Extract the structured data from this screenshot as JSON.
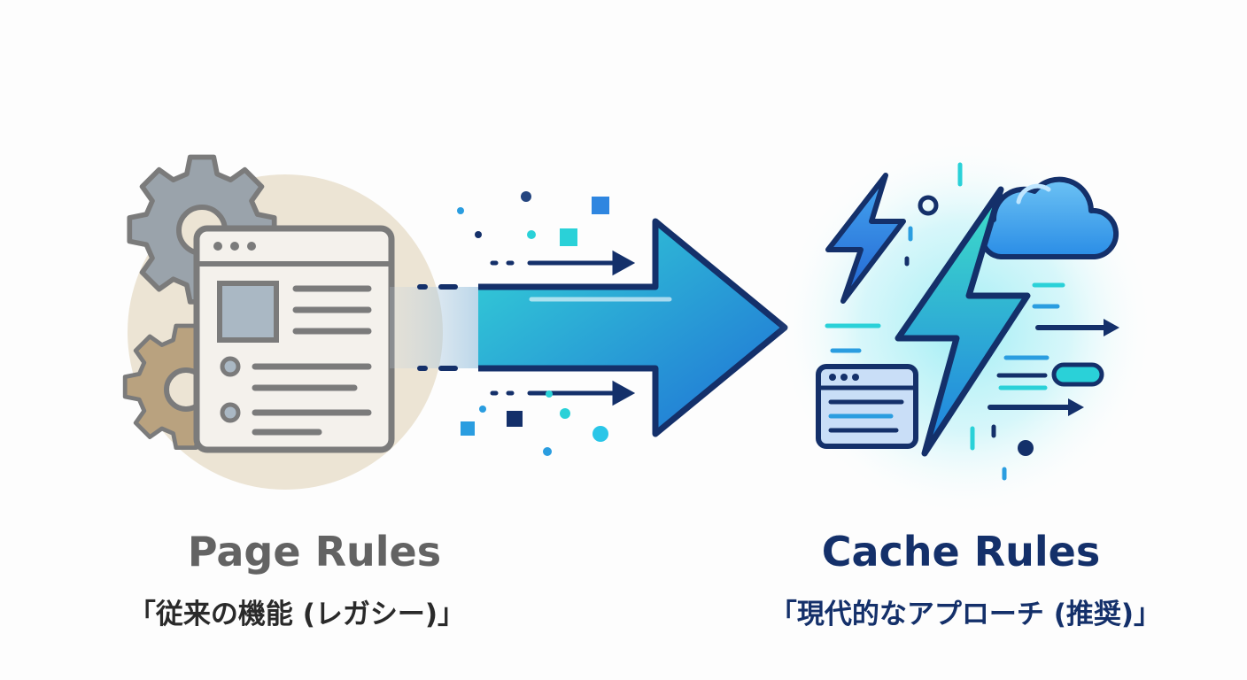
{
  "left": {
    "title": "Page Rules",
    "subtitle": "「従来の機能 (レガシー)」",
    "icons": [
      "gear-icon",
      "gear-icon",
      "browser-window-icon"
    ]
  },
  "right": {
    "title": "Cache Rules",
    "subtitle": "「現代的なアプローチ (推奨)」",
    "icons": [
      "lightning-bolt-icon",
      "lightning-bolt-icon",
      "cloud-icon",
      "browser-window-icon"
    ]
  },
  "connector": {
    "icon": "arrow-right-icon"
  },
  "colors": {
    "legacy_gray": "#7d7d7d",
    "legacy_beige": "#ece4d4",
    "navy": "#14306a",
    "cyan": "#2ad1d8",
    "blue": "#2f86e0"
  }
}
